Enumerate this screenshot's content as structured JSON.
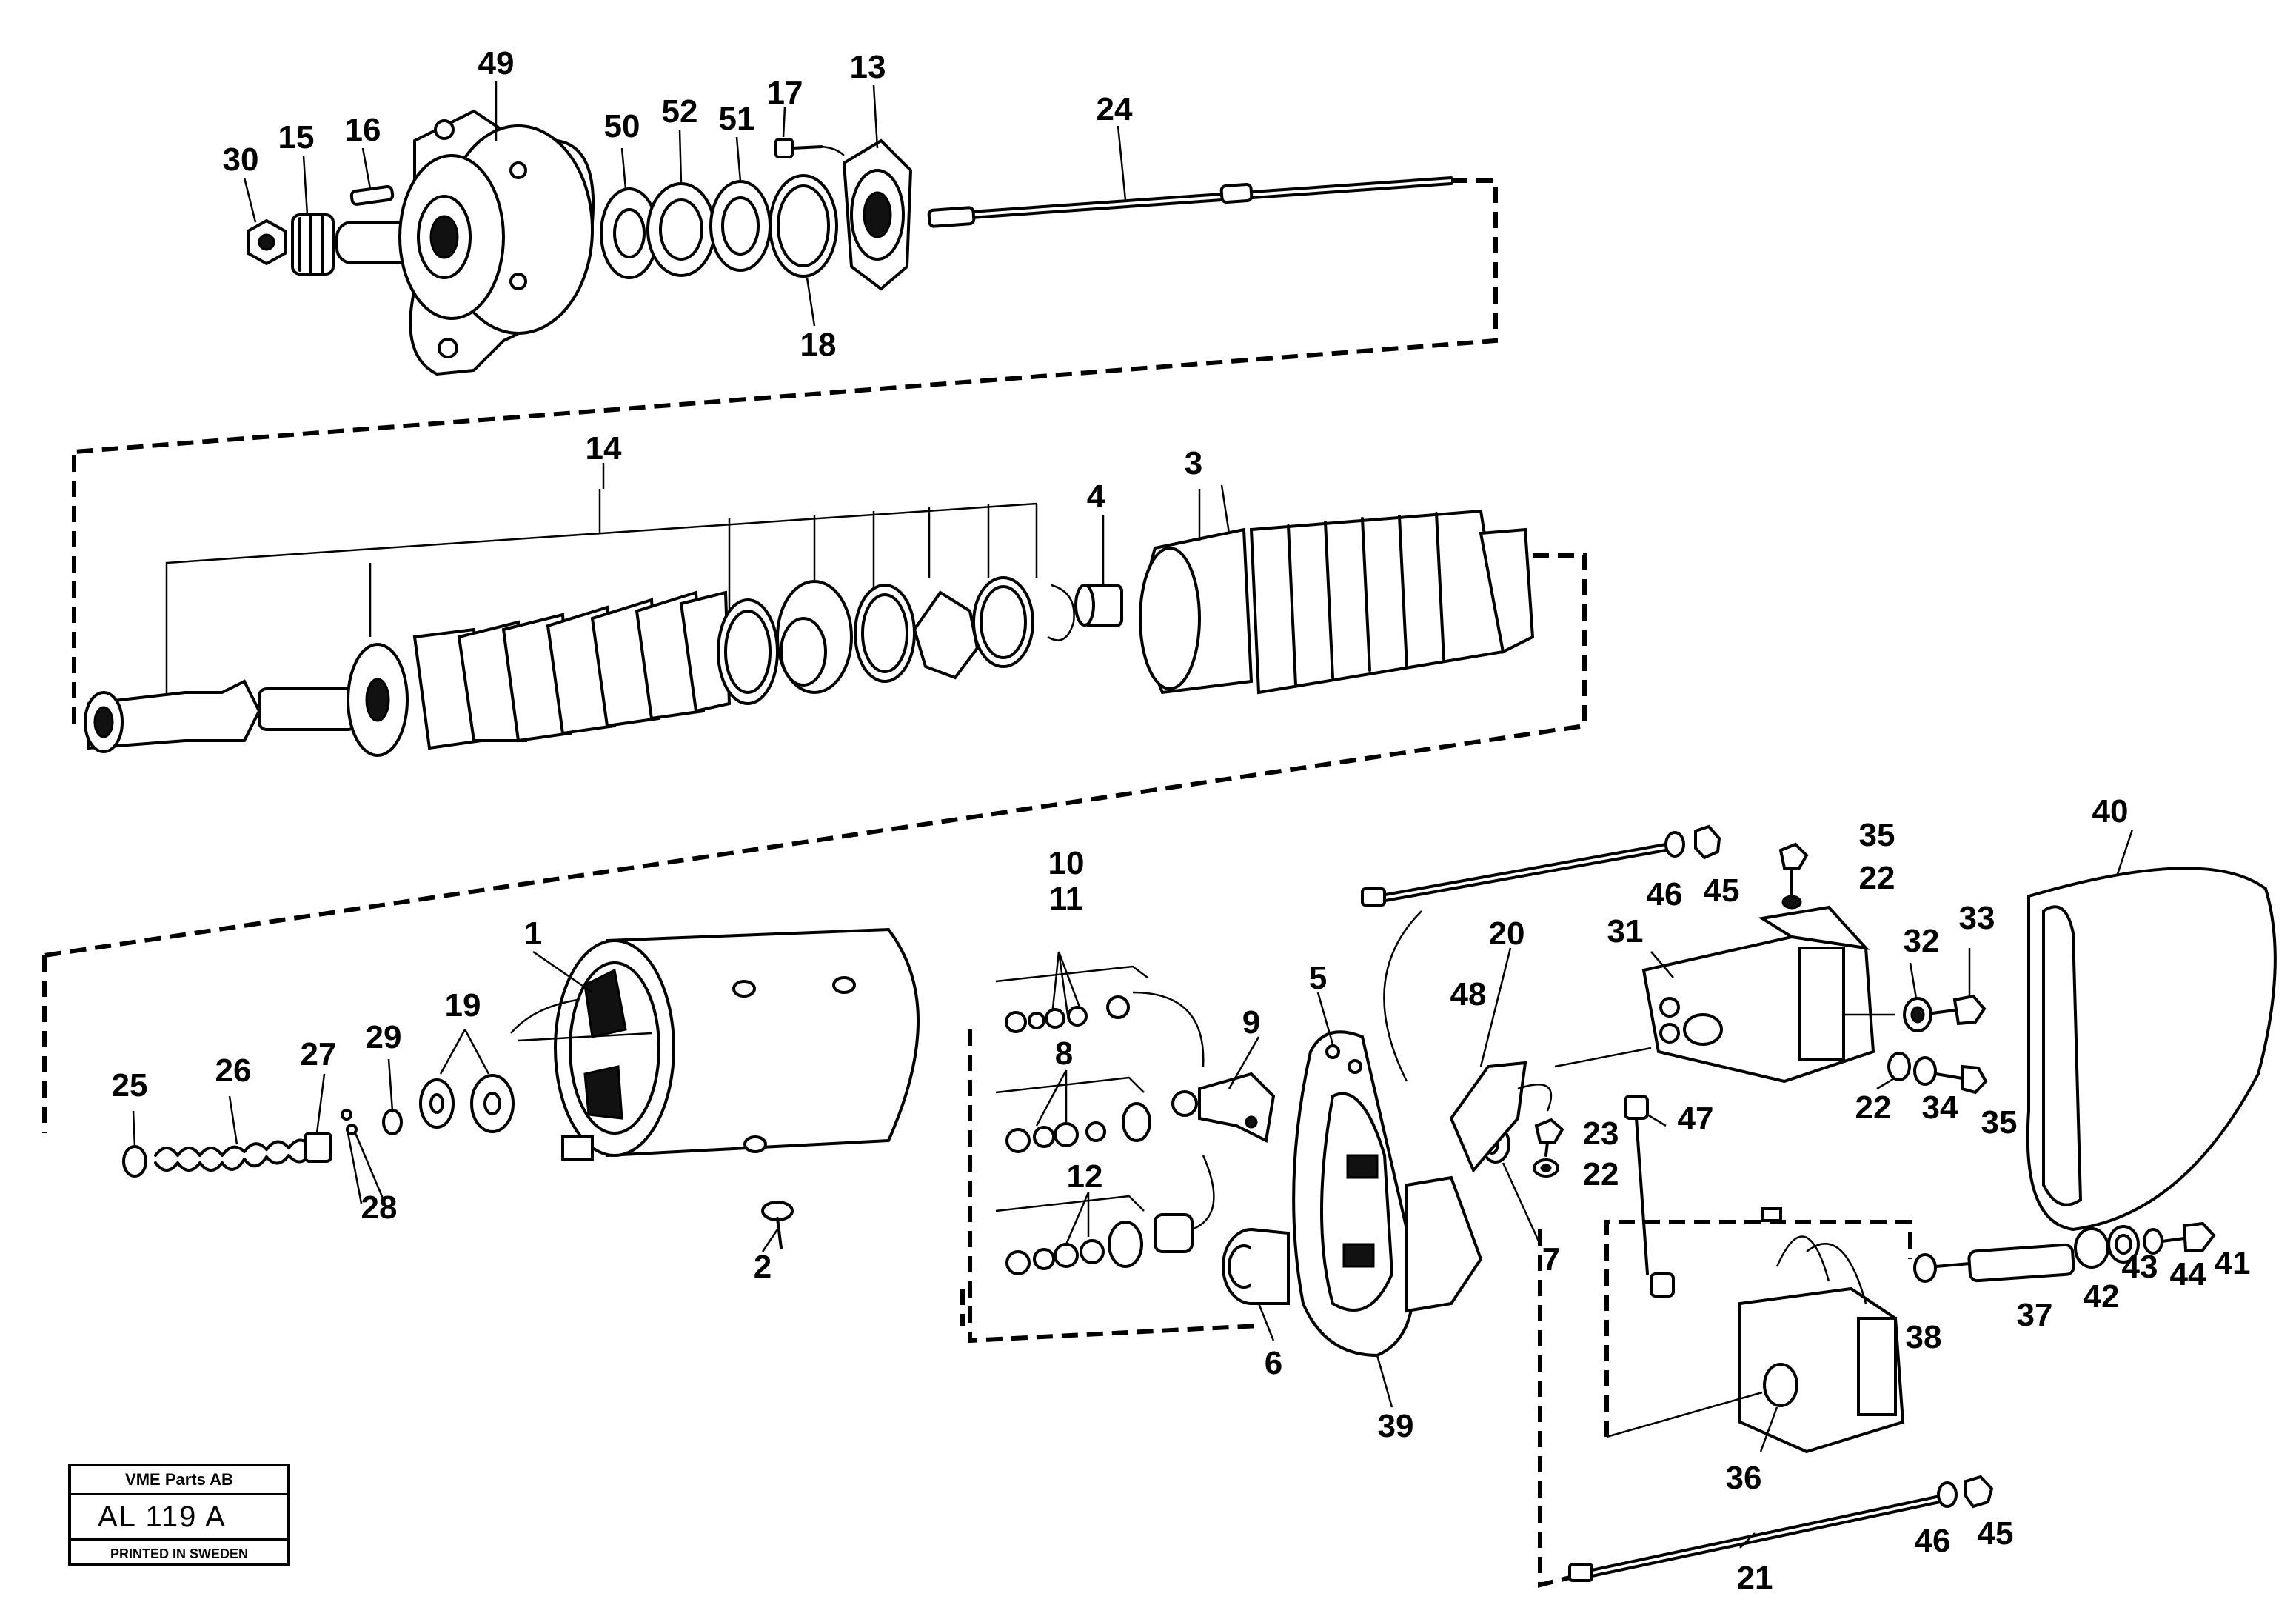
{
  "title_block": {
    "company": "VME Parts AB",
    "code": "AL 119 A",
    "printed": "PRINTED IN SWEDEN"
  },
  "callouts": {
    "c49": "49",
    "c30": "30",
    "c15": "15",
    "c16": "16",
    "c50": "50",
    "c52": "52",
    "c51": "51",
    "c17": "17",
    "c13": "13",
    "c24": "24",
    "c18": "18",
    "c14": "14",
    "c3": "3",
    "c4": "4",
    "c10": "10",
    "c11": "11",
    "c8": "8",
    "c12": "12",
    "c9": "9",
    "c5": "5",
    "c1": "1",
    "c19": "19",
    "c29": "29",
    "c27": "27",
    "c26": "26",
    "c25": "25",
    "c28": "28",
    "c2": "2",
    "c6": "6",
    "c39": "39",
    "c7": "7",
    "c20": "20",
    "c46a": "46",
    "c45a": "45",
    "c35a": "35",
    "c22a": "22",
    "c48": "48",
    "c31": "31",
    "c32": "32",
    "c33": "33",
    "c40": "40",
    "c22b": "22",
    "c34": "34",
    "c35b": "35",
    "c23": "23",
    "c22c": "22",
    "c47": "47",
    "c38": "38",
    "c37": "37",
    "c42": "42",
    "c43": "43",
    "c44": "44",
    "c41": "41",
    "c36": "36",
    "c46b": "46",
    "c45b": "45",
    "c21": "21"
  }
}
